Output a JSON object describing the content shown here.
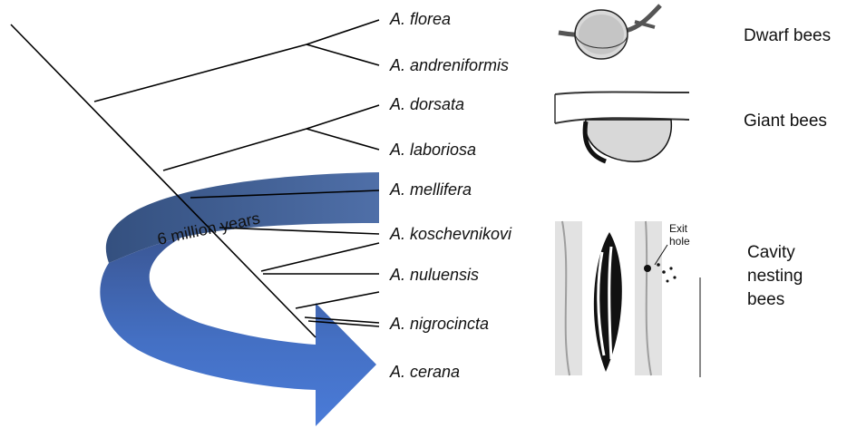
{
  "species": [
    {
      "name": "A. florea"
    },
    {
      "name": "A. andreniformis"
    },
    {
      "name": "A. dorsata"
    },
    {
      "name": "A. laboriosa"
    },
    {
      "name": "A. mellifera"
    },
    {
      "name": "A. koschevnikovi"
    },
    {
      "name": "A. nuluensis"
    },
    {
      "name": "A. nigrocincta"
    },
    {
      "name": "A. cerana"
    }
  ],
  "groups": {
    "dwarf": "Dwarf bees",
    "giant": "Giant bees",
    "cavity_line1": "Cavity",
    "cavity_line2": "nesting",
    "cavity_line3": "bees"
  },
  "arrow": {
    "label": "6 million years",
    "color_top": "#3a5a9a",
    "color_bottom": "#4a78cf"
  },
  "illustrations": {
    "exit_hole_line1": "Exit",
    "exit_hole_line2": "hole"
  }
}
